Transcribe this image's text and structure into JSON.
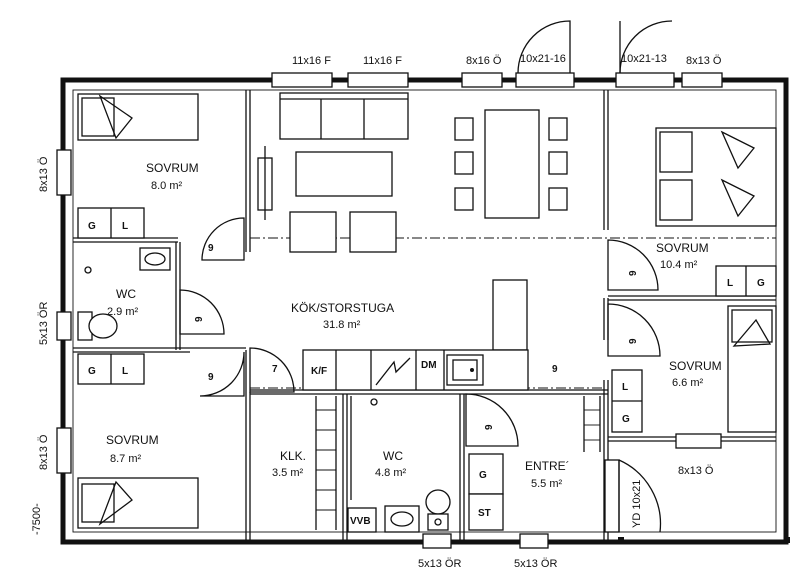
{
  "rooms": {
    "bedroom_top_left": {
      "name": "SOVRUM",
      "area": "8.0 m²"
    },
    "wc_left": {
      "name": "WC",
      "area": "2.9 m²"
    },
    "kitchen_living": {
      "name": "KÖK/STORSTUGA",
      "area": "31.8 m²"
    },
    "bedroom_top_right": {
      "name": "SOVRUM",
      "area": "10.4 m²"
    },
    "bedroom_mid_right": {
      "name": "SOVRUM",
      "area": "6.6 m²"
    },
    "bedroom_bottom_left": {
      "name": "SOVRUM",
      "area": "8.7 m²"
    },
    "closet": {
      "name": "KLK.",
      "area": "3.5 m²"
    },
    "wc_bottom": {
      "name": "WC",
      "area": "4.8 m²"
    },
    "entrance": {
      "name": "ENTRE´",
      "area": "5.5 m²"
    }
  },
  "windows_top": [
    "11x16 F",
    "11x16 F",
    "8x16 Ö",
    "10x21-16",
    "10x21-13",
    "8x13 Ö"
  ],
  "windows_left": [
    "8x13 Ö",
    "5x13 ÖR",
    "8x13 Ö"
  ],
  "windows_bottom": [
    "5x13 ÖR",
    "5x13 ÖR"
  ],
  "window_right": "8x13 Ö",
  "door_entrance": "YD 10x21",
  "overall_dimension": "-7500-",
  "markers": {
    "wardrobe_g": "G",
    "wardrobe_l": "L",
    "door_9": "9",
    "door_7": "7",
    "kf": "K/F",
    "dm": "DM",
    "vvb": "VVB",
    "st": "ST"
  }
}
